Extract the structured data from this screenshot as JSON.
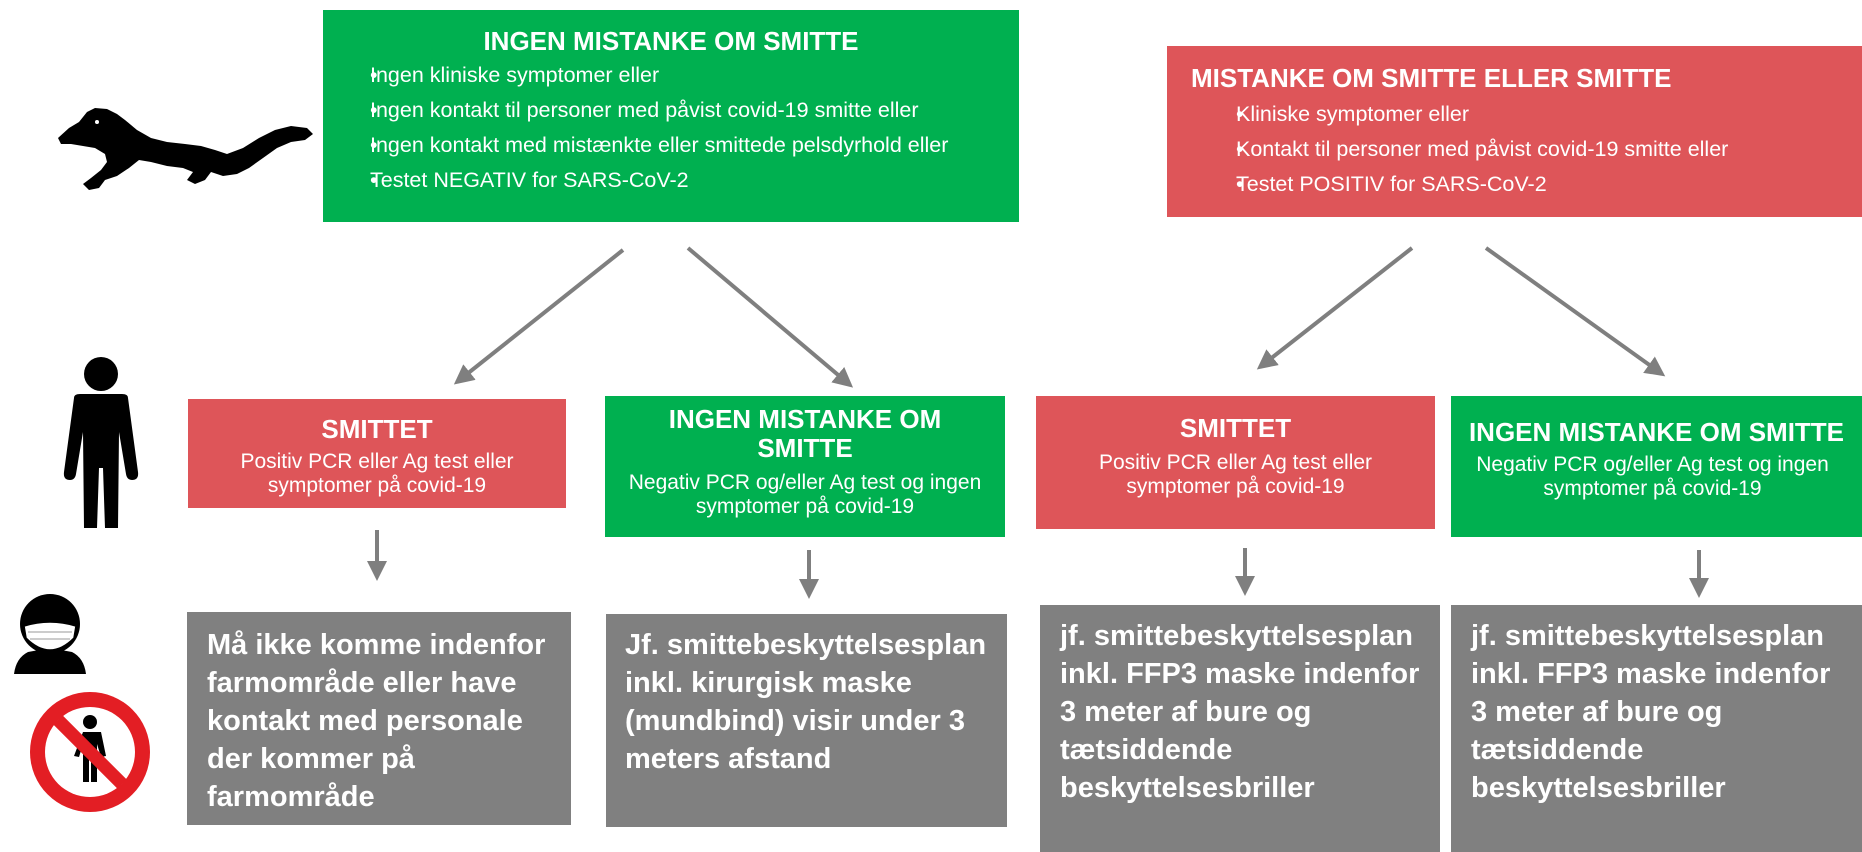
{
  "top": {
    "left": {
      "title": "INGEN MISTANKE OM SMITTE",
      "items": [
        "Ingen kliniske symptomer eller",
        "Ingen kontakt til personer med påvist covid-19 smitte eller",
        "Ingen kontakt med mistænkte eller smittede pelsdyrhold eller",
        "Testet NEGATIV for SARS-CoV-2"
      ]
    },
    "right": {
      "title": "MISTANKE OM SMITTE ELLER SMITTE",
      "items": [
        "Kliniske symptomer eller",
        "Kontakt til personer med påvist covid-19 smitte eller",
        "Testet POSITIV for SARS-CoV-2"
      ]
    }
  },
  "middle": [
    {
      "title": "SMITTET",
      "text": "Positiv PCR eller Ag test eller symptomer på covid-19"
    },
    {
      "title": "INGEN MISTANKE OM SMITTE",
      "text": "Negativ PCR og/eller Ag test og ingen symptomer på covid-19"
    },
    {
      "title": "SMITTET",
      "text": "Positiv PCR eller Ag test eller symptomer på covid-19"
    },
    {
      "title": "INGEN MISTANKE OM SMITTE",
      "text": "Negativ PCR og/eller Ag test og ingen symptomer på covid-19"
    }
  ],
  "bottom": [
    "Må ikke komme indenfor farmområde eller have kontakt med personale der kommer på farmområde",
    "Jf. smittebeskyttelsesplan inkl. kirurgisk maske (mundbind) visir under 3 meters afstand",
    "jf. smittebeskyttelsesplan inkl. FFP3 maske indenfor 3 meter af bure og tætsiddende beskyttelsesbriller",
    "jf. smittebeskyttelsesplan inkl. FFP3 maske indenfor 3 meter af bure og tætsiddende beskyttelsesbriller"
  ],
  "colors": {
    "green": "#00b050",
    "red": "#de5559",
    "gray": "#808080",
    "arrow": "#7f7f7f"
  },
  "icons": [
    "mink-icon",
    "person-icon",
    "masked-person-icon",
    "no-entry-person-icon"
  ]
}
